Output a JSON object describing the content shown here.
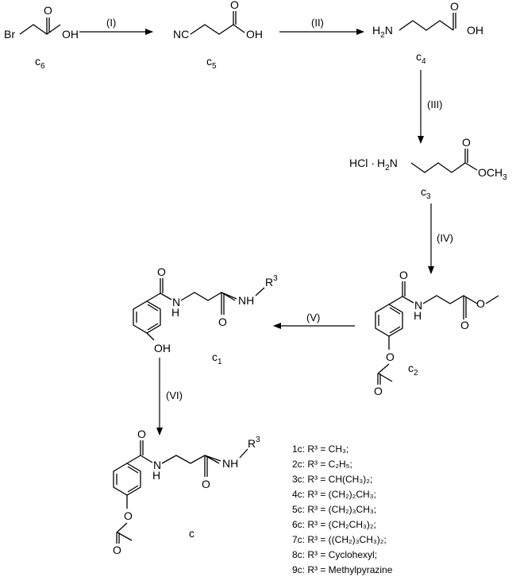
{
  "conditions": {
    "step1": "(I)",
    "step2": "(II)",
    "step3": "(III)",
    "step4": "(IV)",
    "step5": "(V)",
    "step6": "(VI)"
  },
  "compounds": {
    "c6": {
      "label": "c",
      "sub": "6"
    },
    "c5": {
      "label": "c",
      "sub": "5"
    },
    "c4": {
      "label": "c",
      "sub": "4"
    },
    "c3": {
      "label": "c",
      "sub": "3"
    },
    "c2": {
      "label": "c",
      "sub": "2"
    },
    "c1": {
      "label": "c",
      "sub": "1"
    },
    "c": {
      "label": "c"
    }
  },
  "atoms": {
    "br": "Br",
    "oh": "OH",
    "o": "O",
    "nc": "NC",
    "h2n": "H",
    "h2n_sub": "2",
    "h2n_n": "N",
    "hcl": "HCl",
    "dot": "·",
    "och3": "OCH",
    "och3_sub": "3",
    "nh": "N",
    "nh_h": "H",
    "nh_r": "NH",
    "r": "R",
    "r_sup": "3"
  },
  "legend": [
    "1c: R³ = CH₃;",
    "2c: R³ = C₂H₅;",
    "3c: R³ = CH(CH₃)₂;",
    "4c: R³ = (CH₂)₂CH₃;",
    "5c: R³ = (CH₂)₃CH₃;",
    "6c: R³ = (CH₂CH₃)₂;",
    "7c: R³ = ((CH₂)₃CH₃)₂;",
    "8c: R³ = Cyclohexyl;",
    "9c: R³ = Methylpyrazine"
  ]
}
